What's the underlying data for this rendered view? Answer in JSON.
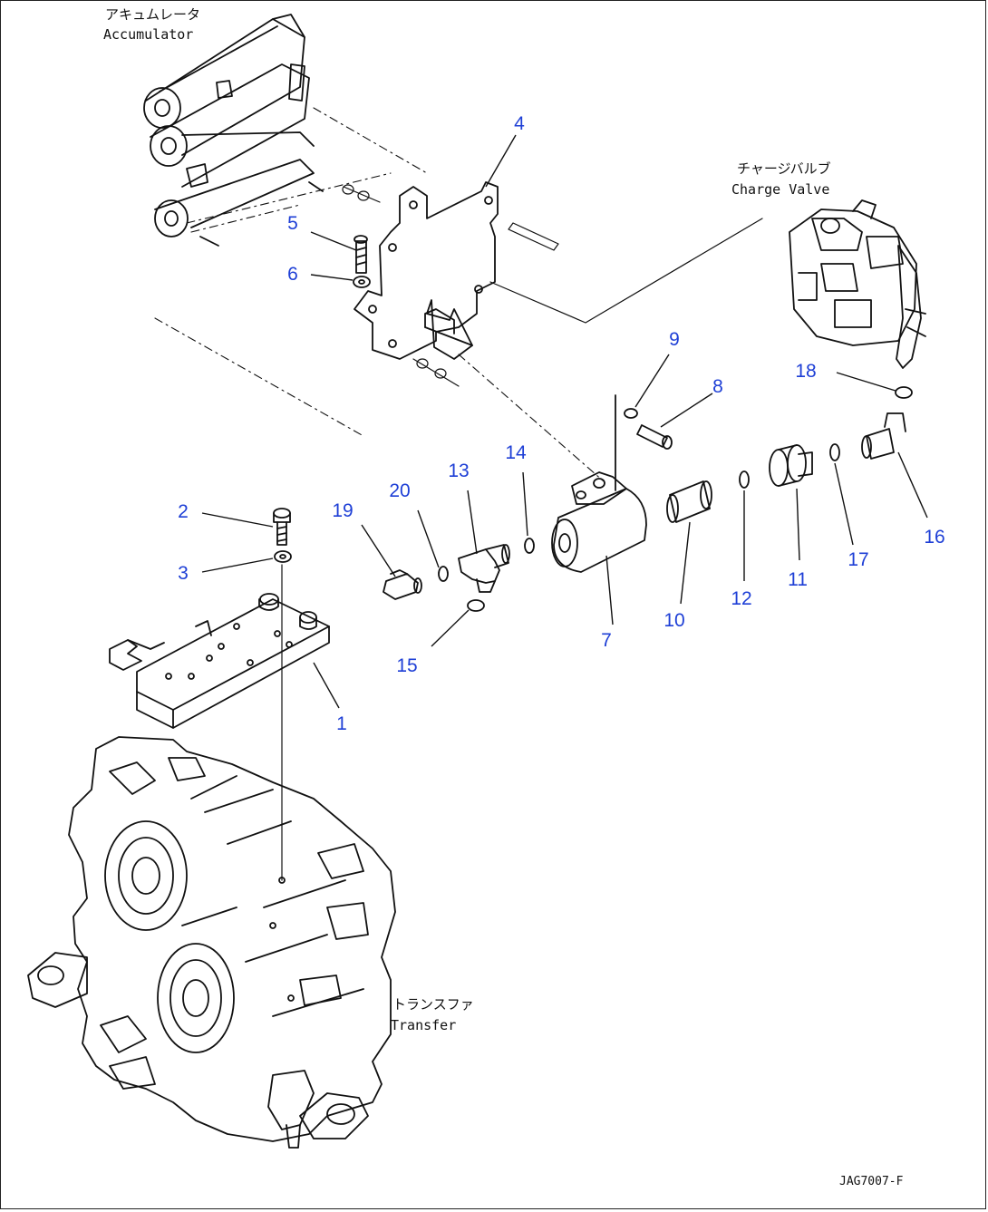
{
  "labels": {
    "accumulator_jp": "アキュムレータ",
    "accumulator_en": "Accumulator",
    "charge_valve_jp": "チャージバルブ",
    "charge_valve_en": "Charge Valve",
    "transfer_jp": "トランスファ",
    "transfer_en": "Transfer"
  },
  "callouts": [
    "1",
    "2",
    "3",
    "4",
    "5",
    "6",
    "7",
    "8",
    "9",
    "10",
    "11",
    "12",
    "13",
    "14",
    "15",
    "16",
    "17",
    "18",
    "19",
    "20"
  ],
  "drawing_code": "JAG7007-F",
  "colors": {
    "callout": "#1e3fd6",
    "line": "#111111"
  }
}
